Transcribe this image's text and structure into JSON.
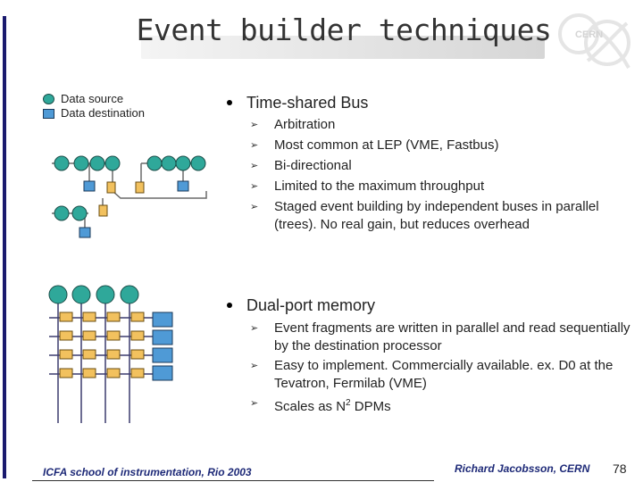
{
  "title": "Event builder techniques",
  "logo_text": "CERN",
  "legend": {
    "source_label": "Data source",
    "destination_label": "Data destination"
  },
  "bullets": [
    {
      "label": "Time-shared Bus",
      "items": [
        "Arbitration",
        "Most common at LEP (VME, Fastbus)",
        "Bi-directional",
        "Limited to the maximum throughput",
        "Staged event building by independent buses in parallel (trees). No real gain, but reduces overhead"
      ]
    },
    {
      "label": "Dual-port memory",
      "items": [
        "Event fragments are written in parallel and read sequentially by the destination processor",
        "Easy to implement. Commercially available. ex. D0 at the Tevatron, Fermilab (VME)"
      ],
      "scales": {
        "prefix": "Scales as N",
        "superscript": "2",
        "suffix": " DPMs"
      }
    }
  ],
  "footer": {
    "left": "ICFA school of instrumentation, Rio 2003",
    "author": "Richard Jacobsson, CERN",
    "page": "78"
  },
  "colors": {
    "source": "#2fa89a",
    "destination": "#4f9ad6",
    "memory": "#f2c15e",
    "bus": "#6a6a6a",
    "footer_text": "#1e2a78"
  }
}
